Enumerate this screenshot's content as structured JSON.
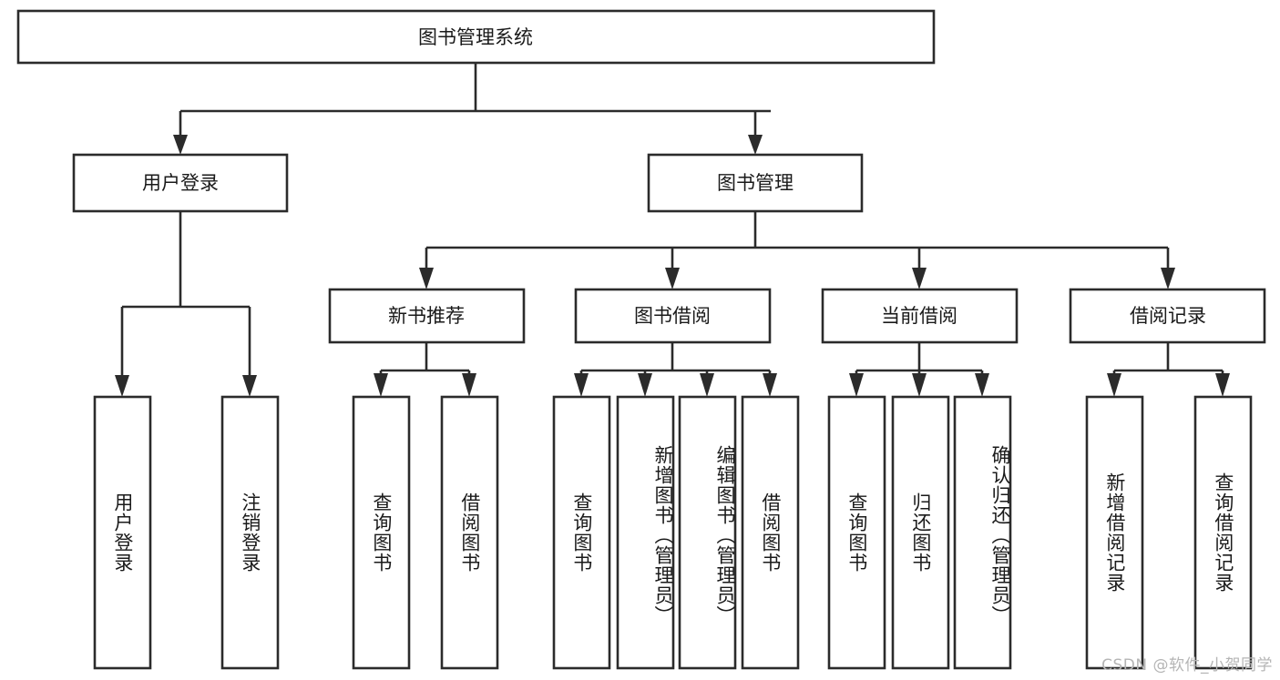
{
  "diagram": {
    "title_node": {
      "label": "图书管理系统"
    },
    "level2": [
      {
        "id": "user-login",
        "label": "用户登录"
      },
      {
        "id": "book-manage",
        "label": "图书管理"
      }
    ],
    "level3": [
      {
        "id": "new-book-recommend",
        "label": "新书推荐"
      },
      {
        "id": "book-borrow",
        "label": "图书借阅"
      },
      {
        "id": "current-borrow",
        "label": "当前借阅"
      },
      {
        "id": "borrow-record",
        "label": "借阅记录"
      }
    ],
    "leaves": [
      {
        "id": "leaf-user-login",
        "parent": "user-login",
        "label": "用户登录"
      },
      {
        "id": "leaf-user-logout",
        "parent": "user-login",
        "label": "注销登录"
      },
      {
        "id": "leaf-query-book-1",
        "parent": "new-book-recommend",
        "label": "查询图书"
      },
      {
        "id": "leaf-borrow-book-1",
        "parent": "new-book-recommend",
        "label": "借阅图书"
      },
      {
        "id": "leaf-query-book-2",
        "parent": "book-borrow",
        "label": "查询图书"
      },
      {
        "id": "leaf-add-book",
        "parent": "book-borrow",
        "label": "新增图书（管理员）"
      },
      {
        "id": "leaf-edit-book",
        "parent": "book-borrow",
        "label": "编辑图书（管理员）"
      },
      {
        "id": "leaf-borrow-book-2",
        "parent": "book-borrow",
        "label": "借阅图书"
      },
      {
        "id": "leaf-query-book-3",
        "parent": "current-borrow",
        "label": "查询图书"
      },
      {
        "id": "leaf-return-book",
        "parent": "current-borrow",
        "label": "归还图书"
      },
      {
        "id": "leaf-confirm-return",
        "parent": "current-borrow",
        "label": "确认归还（管理员）"
      },
      {
        "id": "leaf-add-record",
        "parent": "borrow-record",
        "label": "新增借阅记录"
      },
      {
        "id": "leaf-query-record",
        "parent": "borrow-record",
        "label": "查询借阅记录"
      }
    ],
    "watermark": "CSDN @软件_小贺同学",
    "colors": {
      "stroke": "#2b2b2b",
      "fill": "#ffffff",
      "text": "#1a1a1a",
      "watermark": "#b5b5b5",
      "background": "#ffffff"
    }
  }
}
